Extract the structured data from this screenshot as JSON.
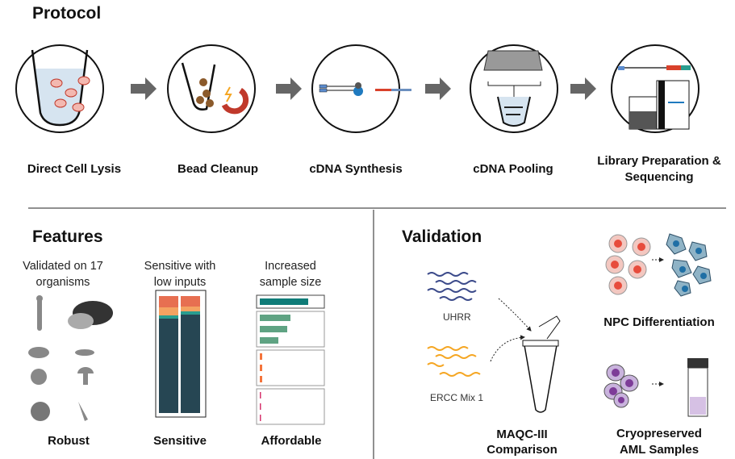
{
  "protocol": {
    "title": "Protocol",
    "steps": [
      {
        "label": "Direct Cell Lysis"
      },
      {
        "label": "Bead Cleanup"
      },
      {
        "label": "cDNA Synthesis"
      },
      {
        "label": "cDNA Pooling"
      },
      {
        "label_line1": "Library Preparation &",
        "label_line2": "Sequencing"
      }
    ]
  },
  "features": {
    "title": "Features",
    "items": [
      {
        "caption_line1": "Validated on 17",
        "caption_line2": "organisms",
        "label": "Robust"
      },
      {
        "caption_line1": "Sensitive with",
        "caption_line2": "low inputs",
        "label": "Sensitive"
      },
      {
        "caption_line1": "Increased",
        "caption_line2": "sample size",
        "label": "Affordable"
      }
    ]
  },
  "validation": {
    "title": "Validation",
    "uhrr": "UHRR",
    "ercc": "ERCC Mix 1",
    "maqc_line1": "MAQC-III",
    "maqc_line2": "Comparison",
    "npc": "NPC Differentiation",
    "aml_line1": "Cryopreserved",
    "aml_line2": "AML Samples"
  },
  "colors": {
    "dark_teal": "#264653",
    "teal": "#0f7c78",
    "green": "#5fa383",
    "orange": "#f4a261",
    "red_orange": "#e76f51",
    "arrow_gray": "#666666",
    "uhrr_blue": "#3b4a8a",
    "ercc_orange": "#f5a623"
  }
}
